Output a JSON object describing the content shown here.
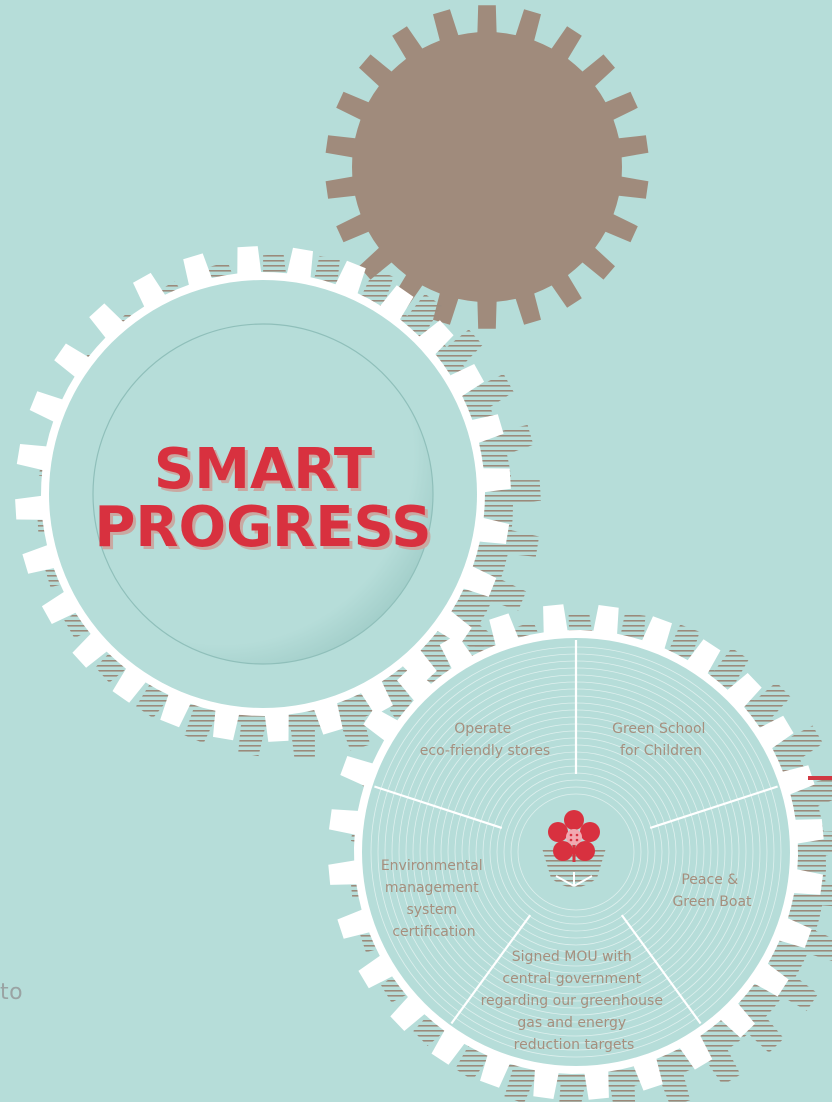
{
  "colors": {
    "background": "#b6ddd9",
    "brown_gear": "#a08b7c",
    "white_gear": "#ffffff",
    "teal_fill": "#b6ddd9",
    "stripe": "#9b8a7b",
    "title_red": "#d8313f",
    "segment_text": "#a68f7e"
  },
  "title": {
    "line1": "SMART",
    "line2": "PROGRESS"
  },
  "stray_text": "to",
  "center_icon": "flower-pot-icon",
  "segments": [
    {
      "lines": [
        "Operate",
        "eco-friendly stores"
      ]
    },
    {
      "lines": [
        "Green School",
        "for Children"
      ]
    },
    {
      "lines": [
        "Peace &",
        "Green Boat"
      ]
    },
    {
      "lines": [
        "Signed MOU with",
        "central government",
        "regarding our greenhouse",
        "gas and energy",
        "reduction targets"
      ]
    },
    {
      "lines": [
        "Environmental",
        "management",
        "system",
        "certification"
      ]
    }
  ]
}
